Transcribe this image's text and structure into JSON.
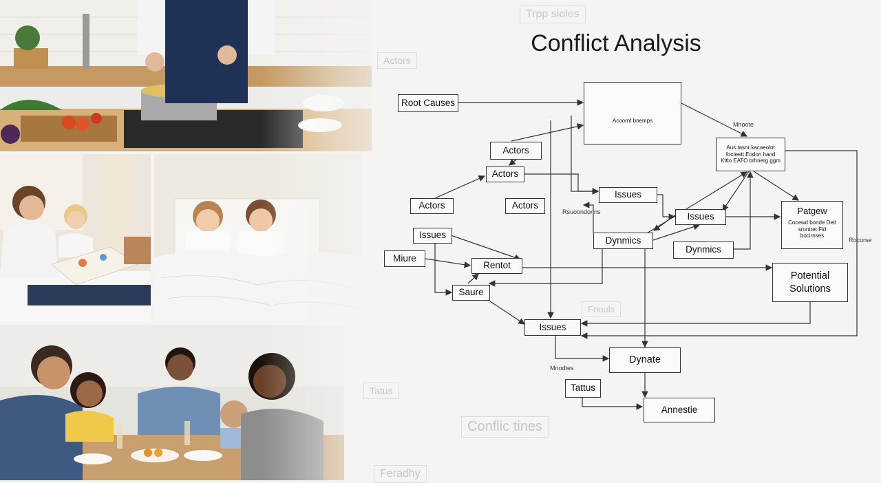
{
  "title": "Conflict Analysis",
  "nodes": {
    "root_causes": "Root Causes",
    "actors_1": "Actors",
    "actors_2": "Actors",
    "actors_3": "Actors",
    "actors_4": "Actors",
    "issues_1": "Issues",
    "issues_2": "Issues",
    "issues_3": "Issues",
    "issues_4": "Issues",
    "miure": "Miure",
    "rentot": "Rentot",
    "saure": "Saure",
    "dynmics_1": "Dynmics",
    "dynmics_2": "Dynmics",
    "potential_solutions": "Potential Solutions",
    "dynate": "Dynate",
    "tattus": "Tattus",
    "annestie": "Annestie",
    "patgew": "Patgew",
    "patgew_text": "Cocewd bonde Deit srontret Fid bocirnses",
    "top_box_caption": "Acoornt bnemps",
    "right_box_text": "Aus tasnr kacaeolot focteett Eodon hand Kttlo EATO brhnerg ggm"
  },
  "labels": {
    "rsuoonnorns": "Rsuoondonns",
    "mnodtes": "Mnodtes",
    "rocurse": "Rocurse",
    "hnoote": "Mnoote"
  },
  "ghost_text": {
    "g1": "Trpp sioles",
    "g2": "Actors",
    "g3": "Conflic tines",
    "g4": "Tatus",
    "g5": "Feradhy",
    "g6": "Fnouls"
  },
  "colors": {
    "background": "#f4f4f2",
    "line": "#333333"
  }
}
